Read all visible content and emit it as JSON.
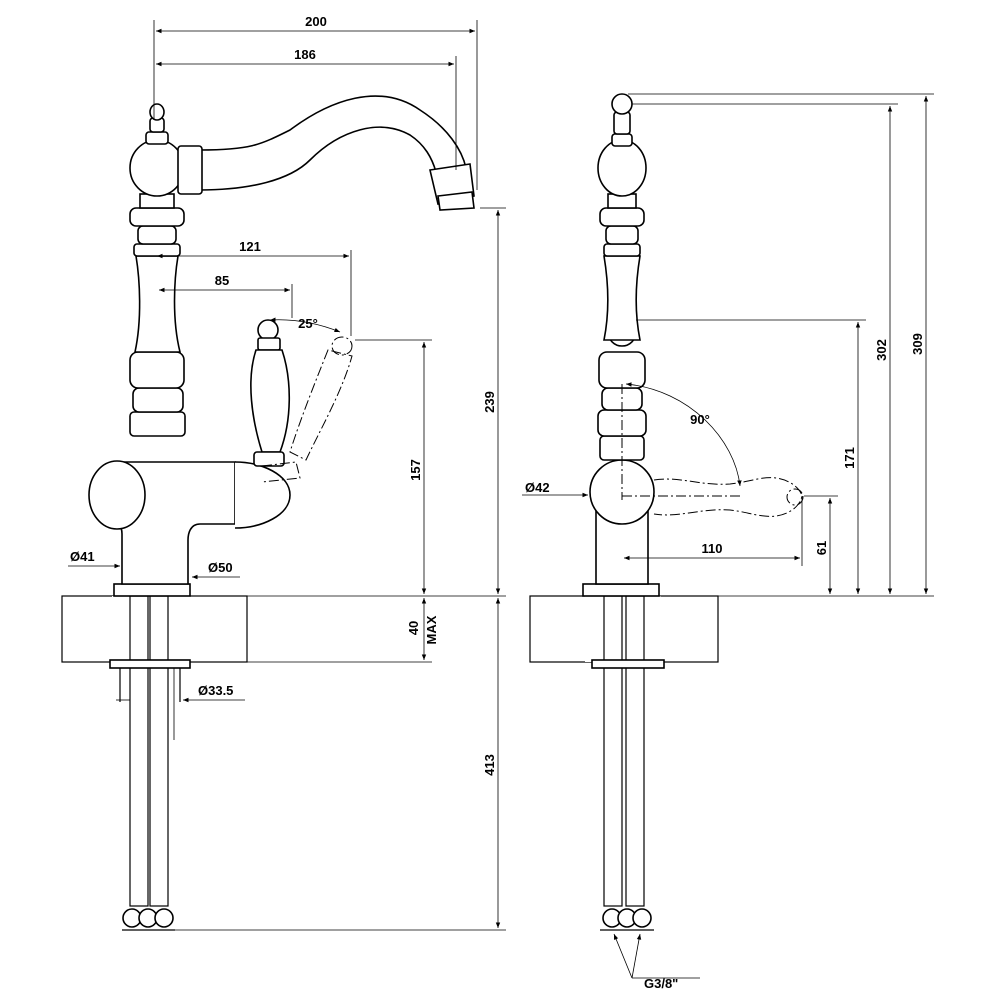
{
  "dimensions": {
    "width_200": "200",
    "width_186": "186",
    "handle_121": "121",
    "handle_85": "85",
    "angle_25": "25°",
    "height_239": "239",
    "height_157": "157",
    "dia_41": "Ø41",
    "dia_50": "Ø50",
    "deck_40": "40",
    "deck_max": "MAX",
    "dia_33_5": "Ø33.5",
    "hose_413": "413",
    "angle_90": "90°",
    "dia_42": "Ø42",
    "reach_110": "110",
    "height_61": "61",
    "height_171": "171",
    "height_302": "302",
    "height_309": "309",
    "thread": "G3/8\""
  }
}
